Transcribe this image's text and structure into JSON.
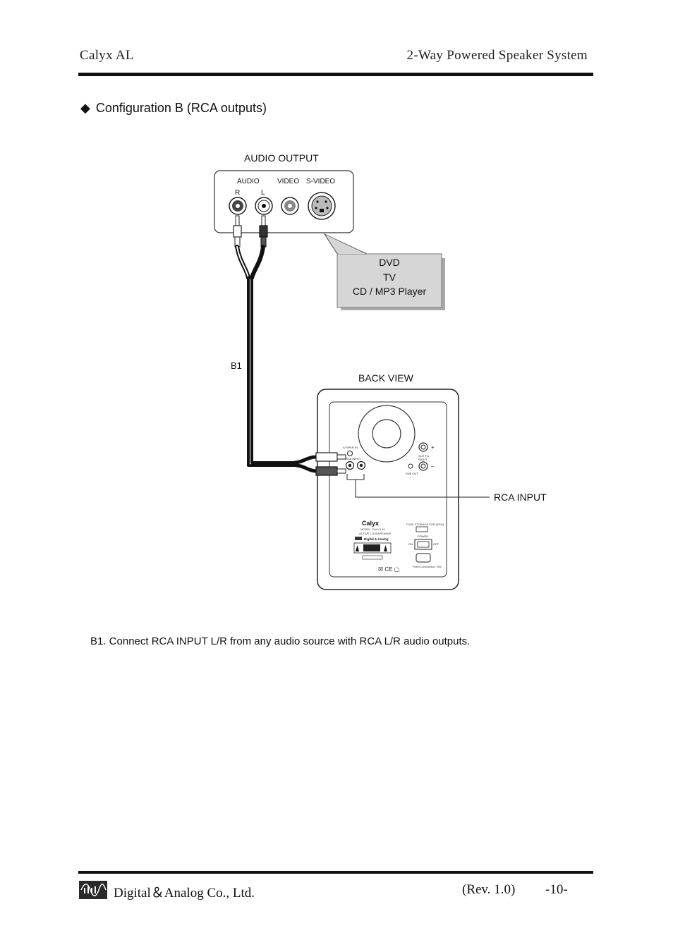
{
  "header": {
    "left": "Calyx AL",
    "right": "2-Way Powered Speaker System"
  },
  "section": {
    "bullet": "◆",
    "title": "Configuration B (RCA outputs)"
  },
  "diagram": {
    "audio_output_label": "AUDIO OUTPUT",
    "source_panel": {
      "audio": "AUDIO",
      "r": "R",
      "l": "L",
      "video": "VIDEO",
      "svideo": "S-VIDEO"
    },
    "devices": [
      "DVD",
      "TV",
      "CD / MP3 Player"
    ],
    "cable_label": "B1",
    "back_view_label": "BACK VIEW",
    "rca_input_label": "RCA INPUT",
    "speaker_brand": "Calyx",
    "speaker_maker": "Digital & Analog"
  },
  "instruction": "B1. Connect RCA INPUT L/R from any audio source with RCA L/R audio outputs.",
  "footer": {
    "company": "Digital＆Analog Co., Ltd.",
    "revision": "(Rev. 1.0)",
    "page": "-10-"
  }
}
